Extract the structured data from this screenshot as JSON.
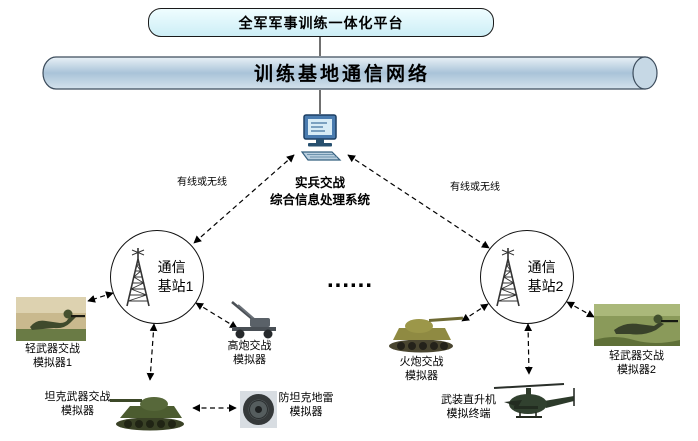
{
  "diagram": {
    "platform": "全军军事训练一体化平台",
    "network": "训练基地通信网络",
    "processor": "实兵交战\n综合信息处理系统",
    "station1": "通信\n基站1",
    "station2": "通信\n基站2",
    "more_stations": "......",
    "link_left": "有线或无线",
    "link_right": "有线或无线"
  },
  "simulators": {
    "light_weapon_1": "轻武器交战\n模拟器1",
    "tank_weapon": "坦克武器交战\n模拟器",
    "aa_gun": "高炮交战\n模拟器",
    "antitank_mine": "防坦克地雷\n模拟器",
    "artillery": "火炮交战\n模拟器",
    "helicopter": "武装直升机\n模拟终端",
    "light_weapon_2": "轻武器交战\n模拟器2"
  },
  "colors": {
    "platform_fill": "#d9f3f9",
    "cylinder_fill": "#b3cadd",
    "node_stroke": "#1a1a1a",
    "arrow_color": "#000000"
  }
}
